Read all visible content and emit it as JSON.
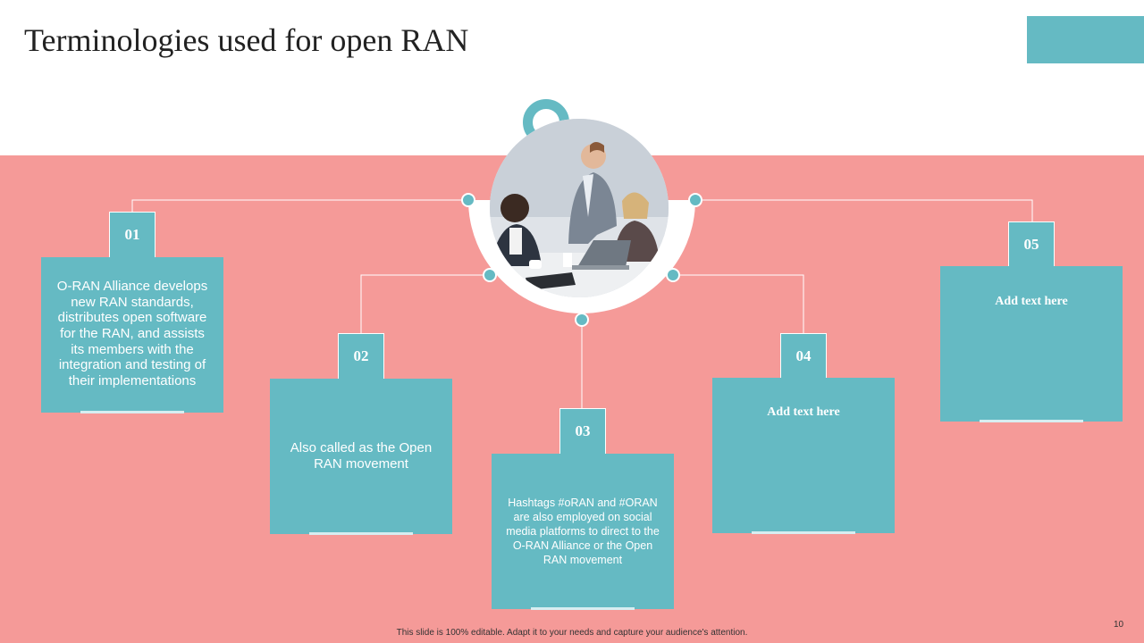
{
  "slide": {
    "title": "Terminologies used for open RAN",
    "page_number": "10",
    "footer": "This slide is 100% editable. Adapt it to your needs and capture your audience's attention."
  },
  "colors": {
    "accent": "#65bac3",
    "band": "#f59a98",
    "background": "#ffffff"
  },
  "image": {
    "description": "team-meeting-photo"
  },
  "items": [
    {
      "number": "01",
      "text": "O-RAN Alliance develops new RAN standards, distributes open software for the RAN, and assists its members with the integration and testing of their implementations"
    },
    {
      "number": "02",
      "text": "Also called as the Open RAN movement"
    },
    {
      "number": "03",
      "text": "Hashtags #oRAN and #ORAN are also employed on social media platforms to direct to the O-RAN Alliance or the Open RAN movement"
    },
    {
      "number": "04",
      "text": "Add text here"
    },
    {
      "number": "05",
      "text": "Add text here"
    }
  ]
}
